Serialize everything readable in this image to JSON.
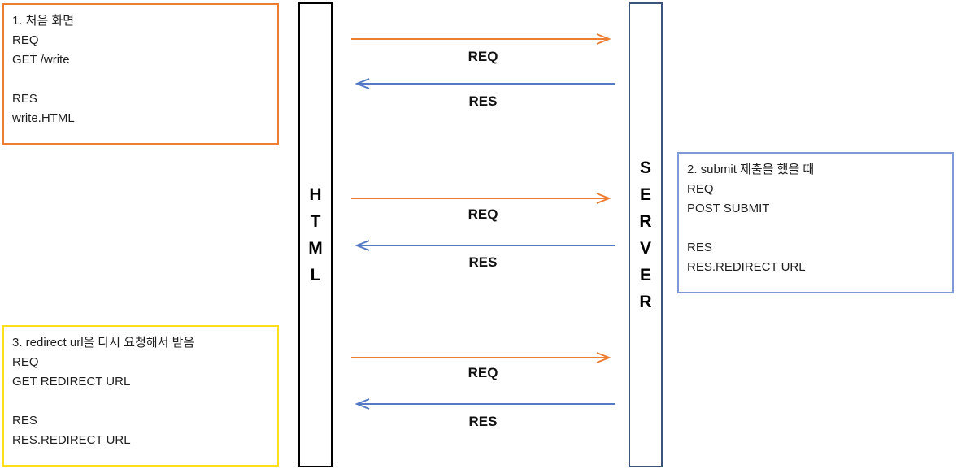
{
  "lifelines": [
    {
      "letters": [
        "H",
        "T",
        "M",
        "L"
      ]
    },
    {
      "letters": [
        "S",
        "E",
        "R",
        "V",
        "E",
        "R"
      ]
    }
  ],
  "notes": [
    {
      "lines": [
        "1. 처음 화면",
        "REQ",
        "GET /write",
        "",
        "RES",
        "write.HTML"
      ]
    },
    {
      "lines": [
        "2. submit 제출을 했을 때",
        "REQ",
        "POST SUBMIT",
        "",
        "RES",
        "RES.REDIRECT URL"
      ]
    },
    {
      "lines": [
        "3. redirect url을 다시 요청해서 받음",
        "REQ",
        "GET REDIRECT URL",
        "",
        "RES",
        "RES.REDIRECT URL"
      ]
    }
  ],
  "messages": [
    {
      "request_label": "REQ",
      "response_label": "RES"
    },
    {
      "request_label": "REQ",
      "response_label": "RES"
    },
    {
      "request_label": "REQ",
      "response_label": "RES"
    }
  ],
  "colors": {
    "request_arrow": "#ED7D31",
    "response_arrow": "#5579C4",
    "note_1_border": "#ED7D31",
    "note_2_border": "#7E99D5",
    "note_3_border": "#FFDF1B",
    "lifeline_html_border": "#000000",
    "lifeline_server_border": "#3C5378",
    "text": "#1F1F1F"
  }
}
